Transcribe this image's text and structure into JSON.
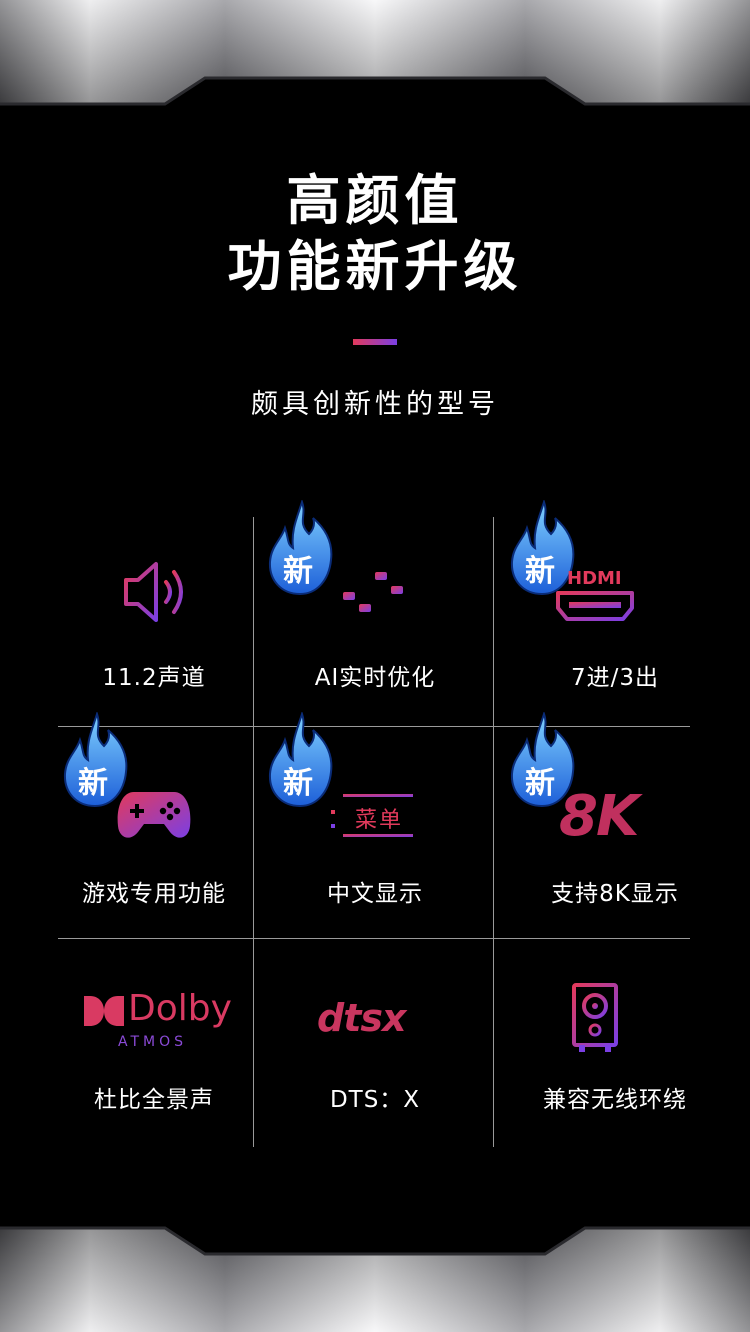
{
  "header": {
    "title_line1": "高颜值",
    "title_line2": "功能新升级",
    "subtitle": "颇具创新性的型号"
  },
  "colors": {
    "accent_red": "#e23a5c",
    "accent_purple": "#7b3fe4",
    "badge_blue": "#2f7df0",
    "background": "#000000"
  },
  "badge_text": "新",
  "features": [
    {
      "label": "11.2声道",
      "icon": "speaker-icon",
      "is_new": false
    },
    {
      "label": "AI实时优化",
      "icon": "equalizer-icon",
      "is_new": true
    },
    {
      "label": "7进/3出",
      "icon": "hdmi-icon",
      "is_new": true,
      "icon_text": "HDMI"
    },
    {
      "label": "游戏专用功能",
      "icon": "gamepad-icon",
      "is_new": true
    },
    {
      "label": "中文显示",
      "icon": "menu-icon",
      "is_new": true,
      "icon_text": "菜单"
    },
    {
      "label": "支持8K显示",
      "icon": "8k-icon",
      "is_new": true,
      "icon_text": "8K"
    },
    {
      "label": "杜比全景声",
      "icon": "dolby-atmos-logo",
      "is_new": false,
      "icon_text": "Dolby",
      "icon_subtext": "ATMOS"
    },
    {
      "label": "DTS：X",
      "icon": "dtsx-logo",
      "is_new": false,
      "icon_text": "dtsx"
    },
    {
      "label": "兼容无线环绕",
      "icon": "wireless-speaker-icon",
      "is_new": false
    }
  ]
}
